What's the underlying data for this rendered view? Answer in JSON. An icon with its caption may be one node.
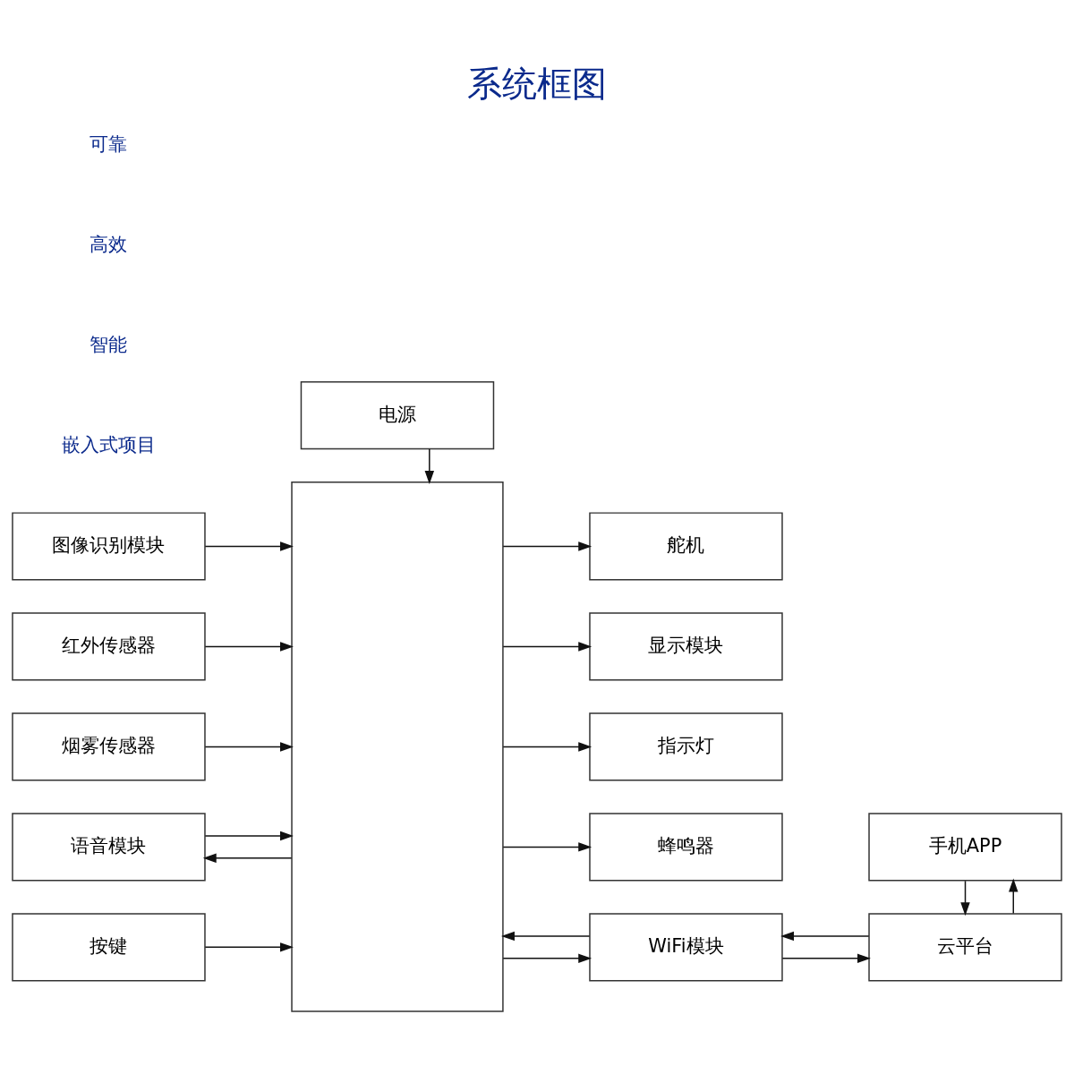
{
  "diagram": {
    "title": "系统框图",
    "nodes": [
      {
        "text": [
          "电源"
        ]
      },
      {
        "text": [],
        "shape": "box"
      },
      {
        "text": [
          "图像识别模块"
        ]
      },
      {
        "text": [
          "红外传感器"
        ]
      },
      {
        "text": [
          "烟雾传感器"
        ]
      },
      {
        "text": [
          "语音模块"
        ]
      },
      {
        "text": [
          "按键"
        ]
      },
      {
        "text": [
          "舵机"
        ]
      },
      {
        "text": [
          "显示模块"
        ]
      },
      {
        "text": [
          "指示灯"
        ]
      },
      {
        "text": [
          "蜂鸣器"
        ]
      },
      {
        "text": [
          "WiFi模块"
        ]
      },
      {
        "text": [
          "手机APP"
        ]
      },
      {
        "text": [
          "云平台"
        ]
      }
    ],
    "edges": [
      {
        "from": 0,
        "to": 1,
        "arrow": "to"
      },
      {
        "from": 2,
        "to": 1,
        "arrow": "to"
      },
      {
        "from": 3,
        "to": 1,
        "arrow": "to"
      },
      {
        "from": 4,
        "to": 1,
        "arrow": "to"
      },
      {
        "from": 5,
        "to": 1,
        "arrow": "to"
      },
      {
        "from": 1,
        "to": 5,
        "arrow": "to"
      },
      {
        "from": 6,
        "to": 1,
        "arrow": "to"
      },
      {
        "from": 1,
        "to": 7,
        "arrow": "to"
      },
      {
        "from": 1,
        "to": 8,
        "arrow": "to"
      },
      {
        "from": 1,
        "to": 9,
        "arrow": "to"
      },
      {
        "from": 1,
        "to": 10,
        "arrow": "to"
      },
      {
        "from": 1,
        "to": 11,
        "arrow": "to"
      },
      {
        "from": 11,
        "to": 1,
        "arrow": "to"
      },
      {
        "from": 11,
        "to": 13,
        "arrow": "to"
      },
      {
        "from": 13,
        "to": 11,
        "arrow": "to"
      },
      {
        "from": 12,
        "to": 13,
        "arrow": "to"
      },
      {
        "from": 13,
        "to": 12,
        "arrow": "to"
      }
    ],
    "labels": [
      "嵌入式项目",
      "智能",
      "高效",
      "可靠"
    ]
  }
}
